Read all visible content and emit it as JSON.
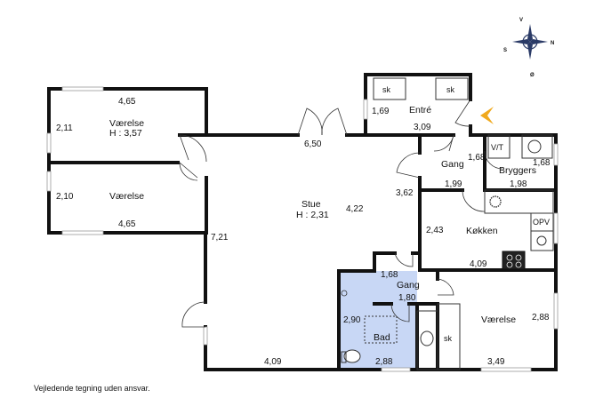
{
  "colors": {
    "wall": "#111111",
    "bathroom": "#c8d7f5",
    "entrance_arrow": "#f0a91e",
    "compass": "#2a3a66"
  },
  "compass": {
    "north": "N",
    "south": "S",
    "east": "Ø",
    "west": "V"
  },
  "rooms": {
    "vaerelse_top": {
      "name": "Værelse",
      "height": "H : 3,57",
      "width_dim": "4,65",
      "depth_dim": "2,11"
    },
    "vaerelse_mid": {
      "name": "Værelse",
      "width_dim": "4,65",
      "depth_dim": "2,10"
    },
    "stue": {
      "name": "Stue",
      "height": "H : 2,31",
      "dim_a": "6,50",
      "dim_b": "4,22",
      "dim_c": "7,21",
      "dim_d": "4,09",
      "dim_e": "3,62"
    },
    "entre": {
      "name": "Entré",
      "closet1": "sk",
      "closet2": "sk",
      "dim_a": "1,69",
      "dim_b": "3,09"
    },
    "gang_top": {
      "name": "Gang",
      "dim_a": "1,68",
      "dim_b": "1,99"
    },
    "bryggers": {
      "name": "Bryggers",
      "vt": "V/T",
      "dim_a": "1,68",
      "dim_b": "1,98"
    },
    "koekken": {
      "name": "Køkken",
      "opv": "OPV",
      "dim_a": "2,43",
      "dim_b": "4,09"
    },
    "gang_mid": {
      "name": "Gang",
      "dim_a": "1,68",
      "dim_b": "1,80"
    },
    "bad": {
      "name": "Bad",
      "dim_a": "2,90",
      "dim_b": "2,88"
    },
    "vaerelse_right": {
      "name": "Værelse",
      "closet": "sk",
      "dim_a": "2,88",
      "dim_b": "3,49"
    }
  },
  "footer": {
    "disclaimer": "Vejledende tegning uden ansvar."
  }
}
